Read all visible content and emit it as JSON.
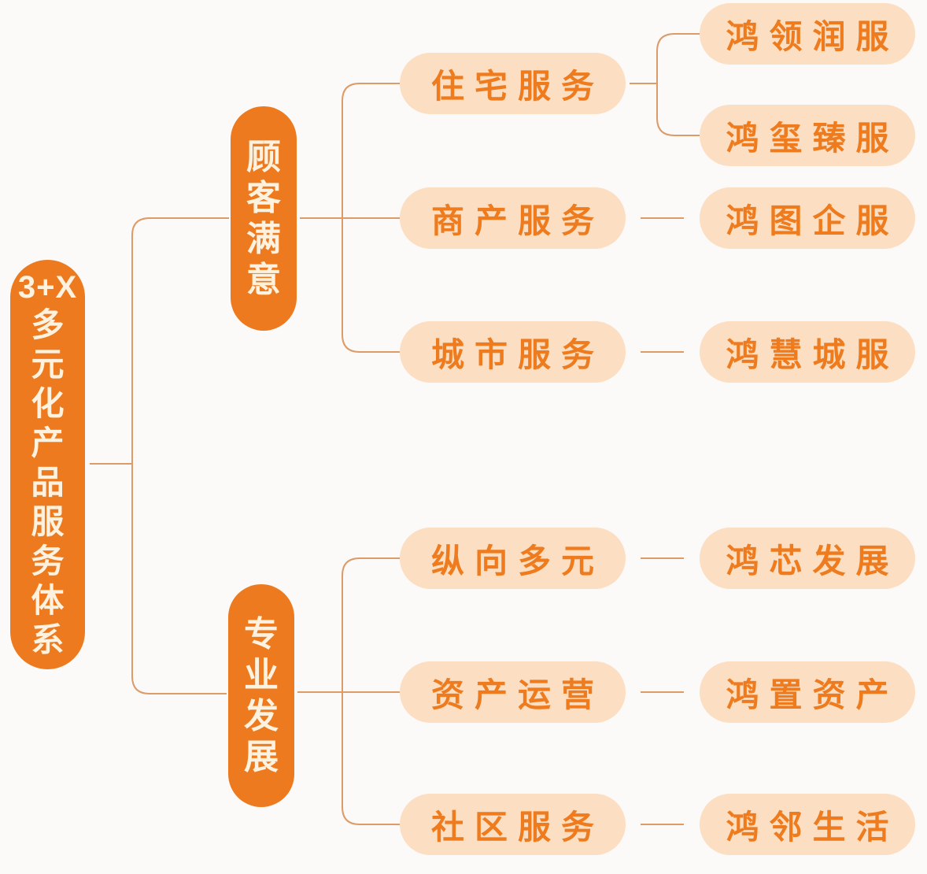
{
  "palette": {
    "background": "#fbfaf9",
    "node_solid": "#ed7a1e",
    "node_solid_text": "#fdf2df",
    "node_light": "#fcdec2",
    "node_light_text": "#ee7c1e",
    "connector": "#dd9b68"
  },
  "root": {
    "prefix": "3+X",
    "title": "多元化产品服务体系"
  },
  "branches": [
    {
      "label": "顾客满意",
      "children": [
        {
          "label": "住宅服务",
          "leaves": [
            "鸿领润服",
            "鸿玺臻服"
          ]
        },
        {
          "label": "商产服务",
          "leaves": [
            "鸿图企服"
          ]
        },
        {
          "label": "城市服务",
          "leaves": [
            "鸿慧城服"
          ]
        }
      ]
    },
    {
      "label": "专业发展",
      "children": [
        {
          "label": "纵向多元",
          "leaves": [
            "鸿芯发展"
          ]
        },
        {
          "label": "资产运营",
          "leaves": [
            "鸿置资产"
          ]
        },
        {
          "label": "社区服务",
          "leaves": [
            "鸿邻生活"
          ]
        }
      ]
    }
  ]
}
